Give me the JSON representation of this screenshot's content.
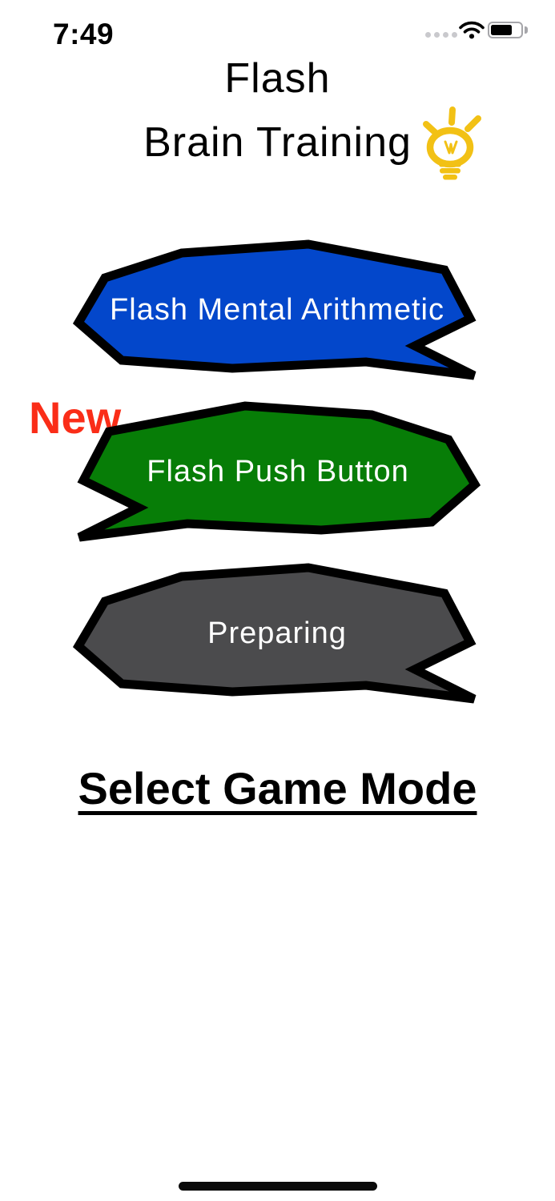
{
  "status_bar": {
    "time": "7:49",
    "icons": [
      "cellular-dots",
      "wifi",
      "battery"
    ],
    "battery_level_percent": 72
  },
  "header": {
    "title_line1": "Flash",
    "title_line2": "Brain Training",
    "logo_icon": "lightbulb-icon",
    "lightbulb_color": "#f2c115"
  },
  "game_modes": [
    {
      "label": "Flash Mental Arithmetic",
      "fill": "#0347cb",
      "badge": ""
    },
    {
      "label": "Flash Push Button",
      "fill": "#077d07",
      "badge": "New"
    },
    {
      "label": "Preparing",
      "fill": "#4b4b4d",
      "badge": ""
    }
  ],
  "new_badge": {
    "text": "New",
    "color": "#fa2d18"
  },
  "footer": {
    "select_prompt": "Select Game Mode"
  },
  "colors": {
    "bubble_outline": "#000000",
    "bubble_label_text": "#ffffff",
    "background": "#ffffff"
  }
}
